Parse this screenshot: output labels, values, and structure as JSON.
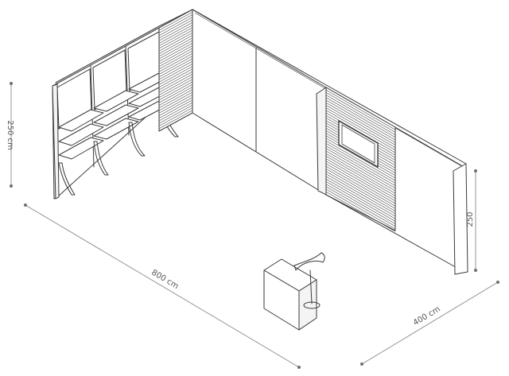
{
  "dimensions": {
    "height_left": "250 cm",
    "length": "800 cm",
    "width": "400 cm",
    "height_right": "250"
  }
}
